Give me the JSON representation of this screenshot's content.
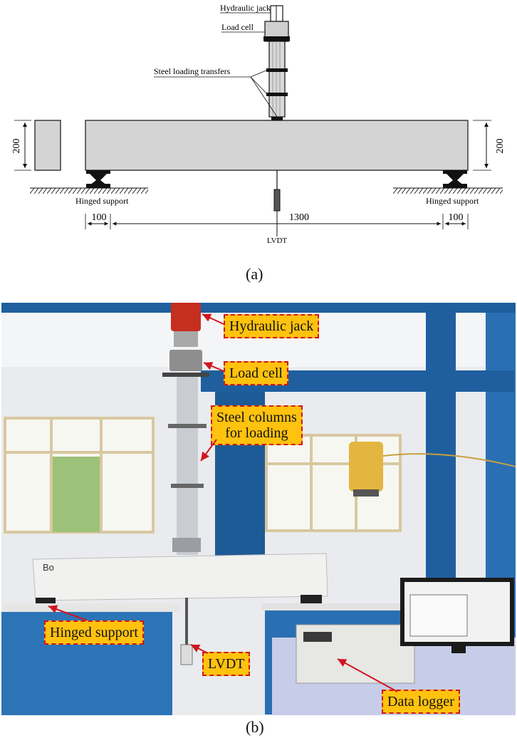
{
  "panel_a": {
    "caption": "(a)",
    "labels": {
      "hydraulic_jack": "Hydraulic jack",
      "load_cell": "Load cell",
      "steel_loading_transfers": "Steel loading transfers",
      "hinged_support_left": "Hinged support",
      "hinged_support_right": "Hinged support",
      "lvdt": "LVDT"
    },
    "dimensions": {
      "section_height_left": "200",
      "section_height_right": "200",
      "overhang_left": "100",
      "span": "1300",
      "overhang_right": "100"
    }
  },
  "panel_b": {
    "caption": "(b)",
    "callouts": {
      "hydraulic_jack": "Hydraulic jack",
      "load_cell": "Load cell",
      "steel_columns_line1": "Steel columns",
      "steel_columns_line2": "for loading",
      "hinged_support": "Hinged support",
      "lvdt": "LVDT",
      "data_logger": "Data logger"
    },
    "beam_mark": "Bo"
  },
  "colors": {
    "concrete": "#d4d4d4",
    "callout_fill": "#ffc20e",
    "callout_border": "#d2141e",
    "steel_frame": "#1f5f9f"
  }
}
